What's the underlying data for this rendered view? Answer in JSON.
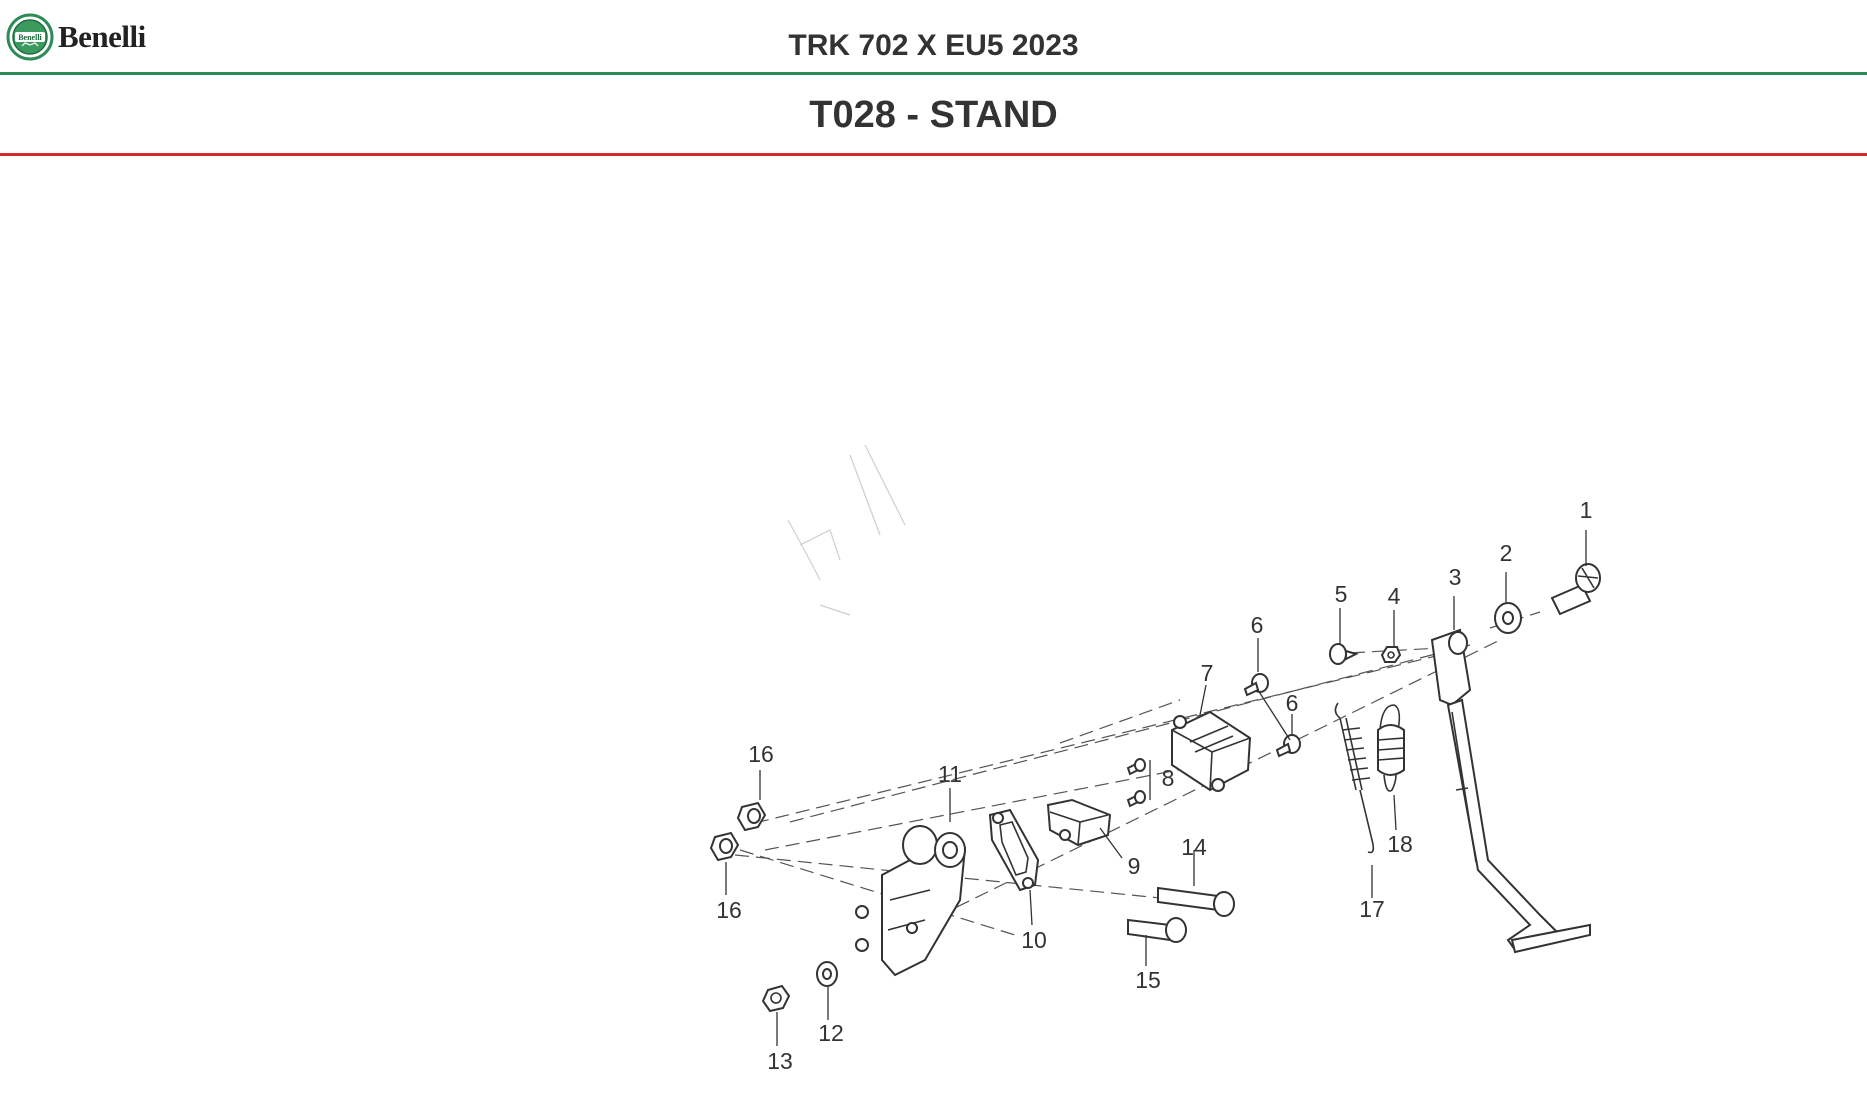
{
  "header": {
    "brand": "Benelli",
    "model_title": "TRK 702 X EU5 2023",
    "logo_icon": "benelli-lion-badge",
    "accent_green": "#2e8b57"
  },
  "section": {
    "title": "T028 - STAND",
    "accent_red": "#d42a2a"
  },
  "callouts": {
    "c1": "1",
    "c2": "2",
    "c3": "3",
    "c4": "4",
    "c5": "5",
    "c6a": "6",
    "c6b": "6",
    "c7": "7",
    "c8": "8",
    "c9": "9",
    "c10": "10",
    "c11": "11",
    "c12": "12",
    "c13": "13",
    "c14": "14",
    "c15": "15",
    "c16a": "16",
    "c16b": "16",
    "c17": "17",
    "c18": "18"
  }
}
